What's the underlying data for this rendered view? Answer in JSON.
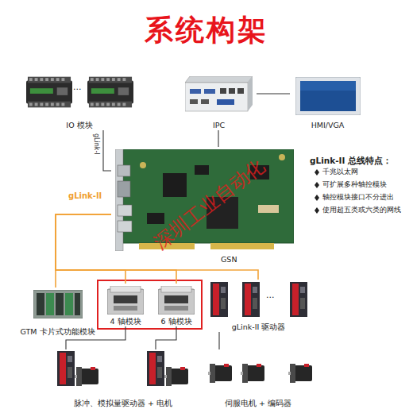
{
  "diagram": {
    "title": "系统构架",
    "nodes": [
      {
        "text": [
          "IO 模块"
        ]
      },
      {
        "text": [
          "IPC"
        ]
      },
      {
        "text": [
          "HMI/VGA"
        ]
      },
      {
        "text": [
          "GSN"
        ]
      },
      {
        "text": [
          "GTM 卡片式功能模块"
        ]
      },
      {
        "text": [
          "4 轴模块"
        ]
      },
      {
        "text": [
          "6 轴模块"
        ]
      },
      {
        "text": [
          "gLink-II 驱动器"
        ]
      },
      {
        "text": [
          "脉冲、模拟量驱动器 + 电机"
        ]
      },
      {
        "text": [
          "伺服电机 + 编码器"
        ]
      }
    ],
    "edges": [
      {
        "from": 1,
        "to": 2,
        "arrow": "none"
      },
      {
        "from": 1,
        "to": 3,
        "arrow": "none"
      },
      {
        "from": 0,
        "to": 3,
        "label": "gLink-I",
        "arrow": "none"
      },
      {
        "from": 3,
        "to": 4,
        "arrow": "none"
      },
      {
        "from": 3,
        "to": 5,
        "arrow": "none"
      },
      {
        "from": 3,
        "to": 6,
        "arrow": "none"
      },
      {
        "from": 3,
        "to": 7,
        "arrow": "none"
      },
      {
        "from": 5,
        "to": 8,
        "arrow": "none"
      },
      {
        "from": 6,
        "to": 8,
        "arrow": "none"
      },
      {
        "from": 7,
        "to": 9,
        "arrow": "none"
      }
    ],
    "labels": [
      "...",
      "...",
      "gLink-II",
      "gLink-II 总线特点：",
      "千兆以太网",
      "可扩展多种轴控模块",
      "轴控模块接口不分进出",
      "使用超五类或六类的网线",
      "深圳工业自动化"
    ]
  }
}
